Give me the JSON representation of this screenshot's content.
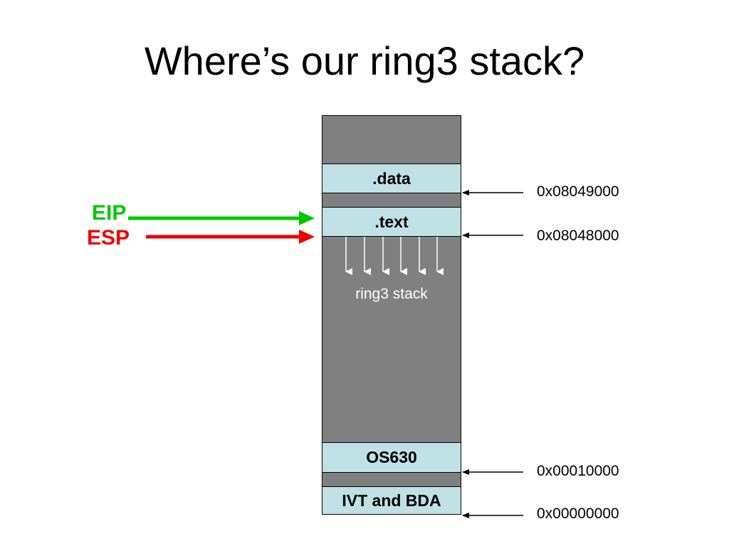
{
  "title": "Where’s our ring3 stack?",
  "segments": {
    "data": ".data",
    "text": ".text",
    "os": "OS630",
    "ivt": "IVT and BDA"
  },
  "stack_label": "ring3 stack",
  "addresses": {
    "data_start": "0x08049000",
    "text_start": "0x08048000",
    "os_start": "0x00010000",
    "ivt_start": "0x00000000"
  },
  "registers": {
    "eip": "EIP",
    "esp": "ESP"
  },
  "colors": {
    "segment_fill": "#bfe1e6",
    "memory_fill": "#808080",
    "eip_color": "#00c800",
    "esp_color": "#ee0000"
  }
}
